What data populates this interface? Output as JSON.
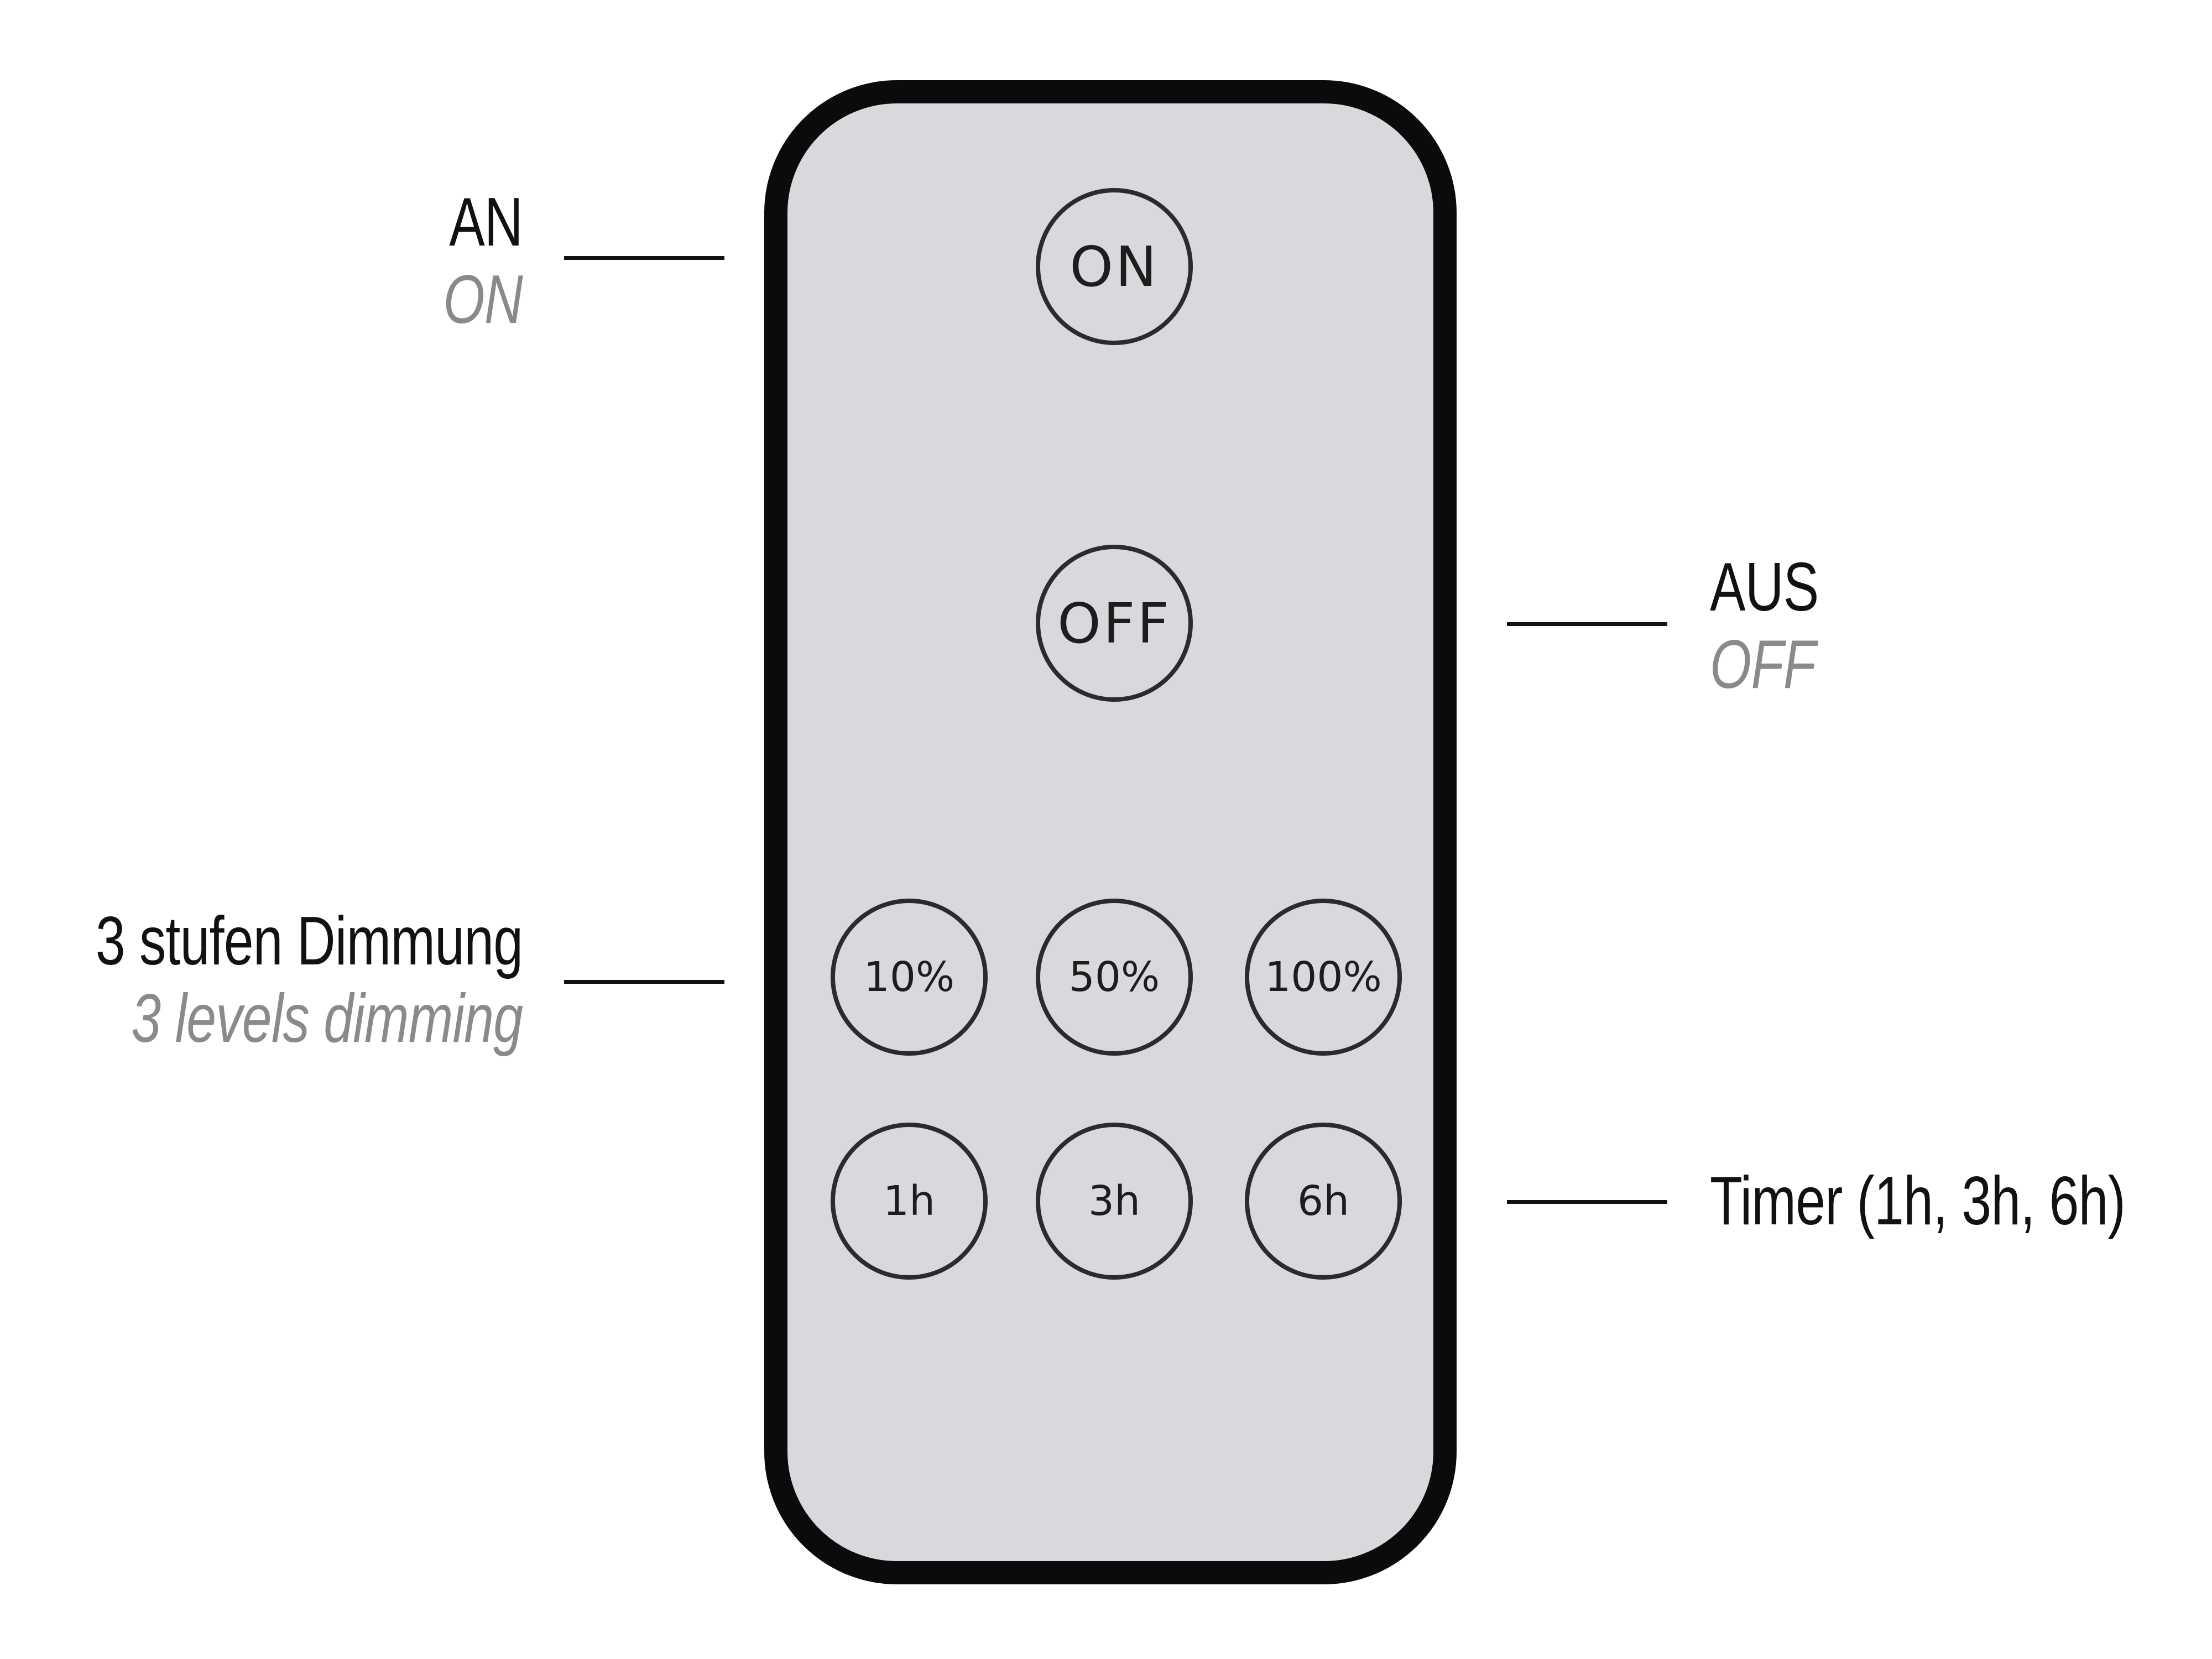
{
  "remote": {
    "buttons": {
      "on": "ON",
      "off": "OFF",
      "dim_10": "10%",
      "dim_50": "50%",
      "dim_100": "100%",
      "timer_1h": "1h",
      "timer_3h": "3h",
      "timer_6h": "6h"
    }
  },
  "annotations": {
    "on": {
      "de": "AN",
      "en": "ON"
    },
    "off": {
      "de": "AUS",
      "en": "OFF"
    },
    "dimming": {
      "de": "3 stufen Dimmung",
      "en": "3 levels dimming"
    },
    "timer": {
      "de": "Timer (1h, 3h, 6h)"
    }
  },
  "colors": {
    "remote_body": "#d9d9dd",
    "remote_outline": "#0b0b0b",
    "primary_text": "#111111",
    "secondary_text": "#8a8a8a"
  }
}
